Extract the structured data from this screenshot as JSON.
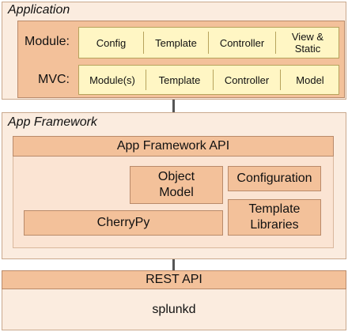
{
  "application": {
    "title": "Application",
    "module_row": {
      "label": "Module:",
      "items": [
        "Config",
        "Template",
        "Controller",
        "View &\nStatic"
      ]
    },
    "mvc_row": {
      "label": "MVC:",
      "items": [
        "Module(s)",
        "Template",
        "Controller",
        "Model"
      ]
    }
  },
  "framework": {
    "title": "App Framework",
    "api_label": "App Framework API",
    "object_model": "Object\nModel",
    "configuration": "Configuration",
    "cherrypy": "CherryPy",
    "template_libraries": "Template\nLibraries"
  },
  "rest_api": "REST API",
  "splunkd": "splunkd",
  "colors": {
    "panel": "#fbecdf",
    "box": "#f3c19a",
    "yellow": "#fff6c4",
    "connector": "#555555"
  }
}
